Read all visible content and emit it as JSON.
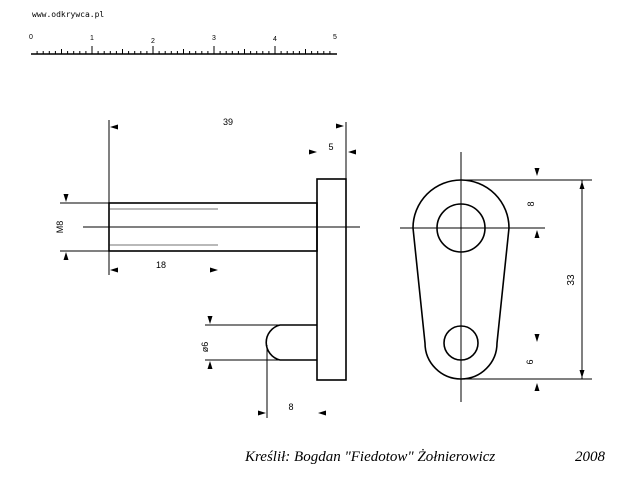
{
  "header": {
    "site": "www.odkrywca.pl"
  },
  "ruler": {
    "labels": [
      "0",
      "1",
      "2",
      "3",
      "4",
      "5"
    ]
  },
  "dimensions": {
    "total_length": "39",
    "flange_thickness": "5",
    "thread": "M8",
    "thread_length": "18",
    "pin_diameter": "ø6",
    "pin_offset": "8",
    "top_offset": "8",
    "height": "33",
    "bottom_offset": "6"
  },
  "footer": {
    "credit": "Kreślił: Bogdan \"Fiedotow\" Żołnierowicz",
    "year": "2008"
  }
}
